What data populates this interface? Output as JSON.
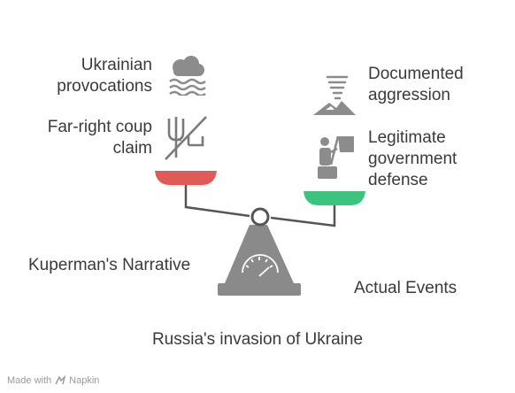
{
  "left_items": [
    {
      "label": "Ukrainian\nprovocations",
      "icon": "cloud-waves-icon"
    },
    {
      "label": "Far-right coup\nclaim",
      "icon": "trident-cross-icon"
    }
  ],
  "right_items": [
    {
      "label": "Documented\naggression",
      "icon": "tornado-mountain-icon"
    },
    {
      "label": "Legitimate\ngovernment\ndefense",
      "icon": "person-flag-icon"
    }
  ],
  "left_side_label": "Kuperman's Narrative",
  "right_side_label": "Actual Events",
  "base_label": "Russia's invasion of Ukraine",
  "watermark": {
    "prefix": "Made with",
    "brand": "Napkin"
  },
  "colors": {
    "left_pan": "#e05a57",
    "right_pan": "#3cc47f",
    "scale": "#555555",
    "icon": "#8c8c8c"
  }
}
